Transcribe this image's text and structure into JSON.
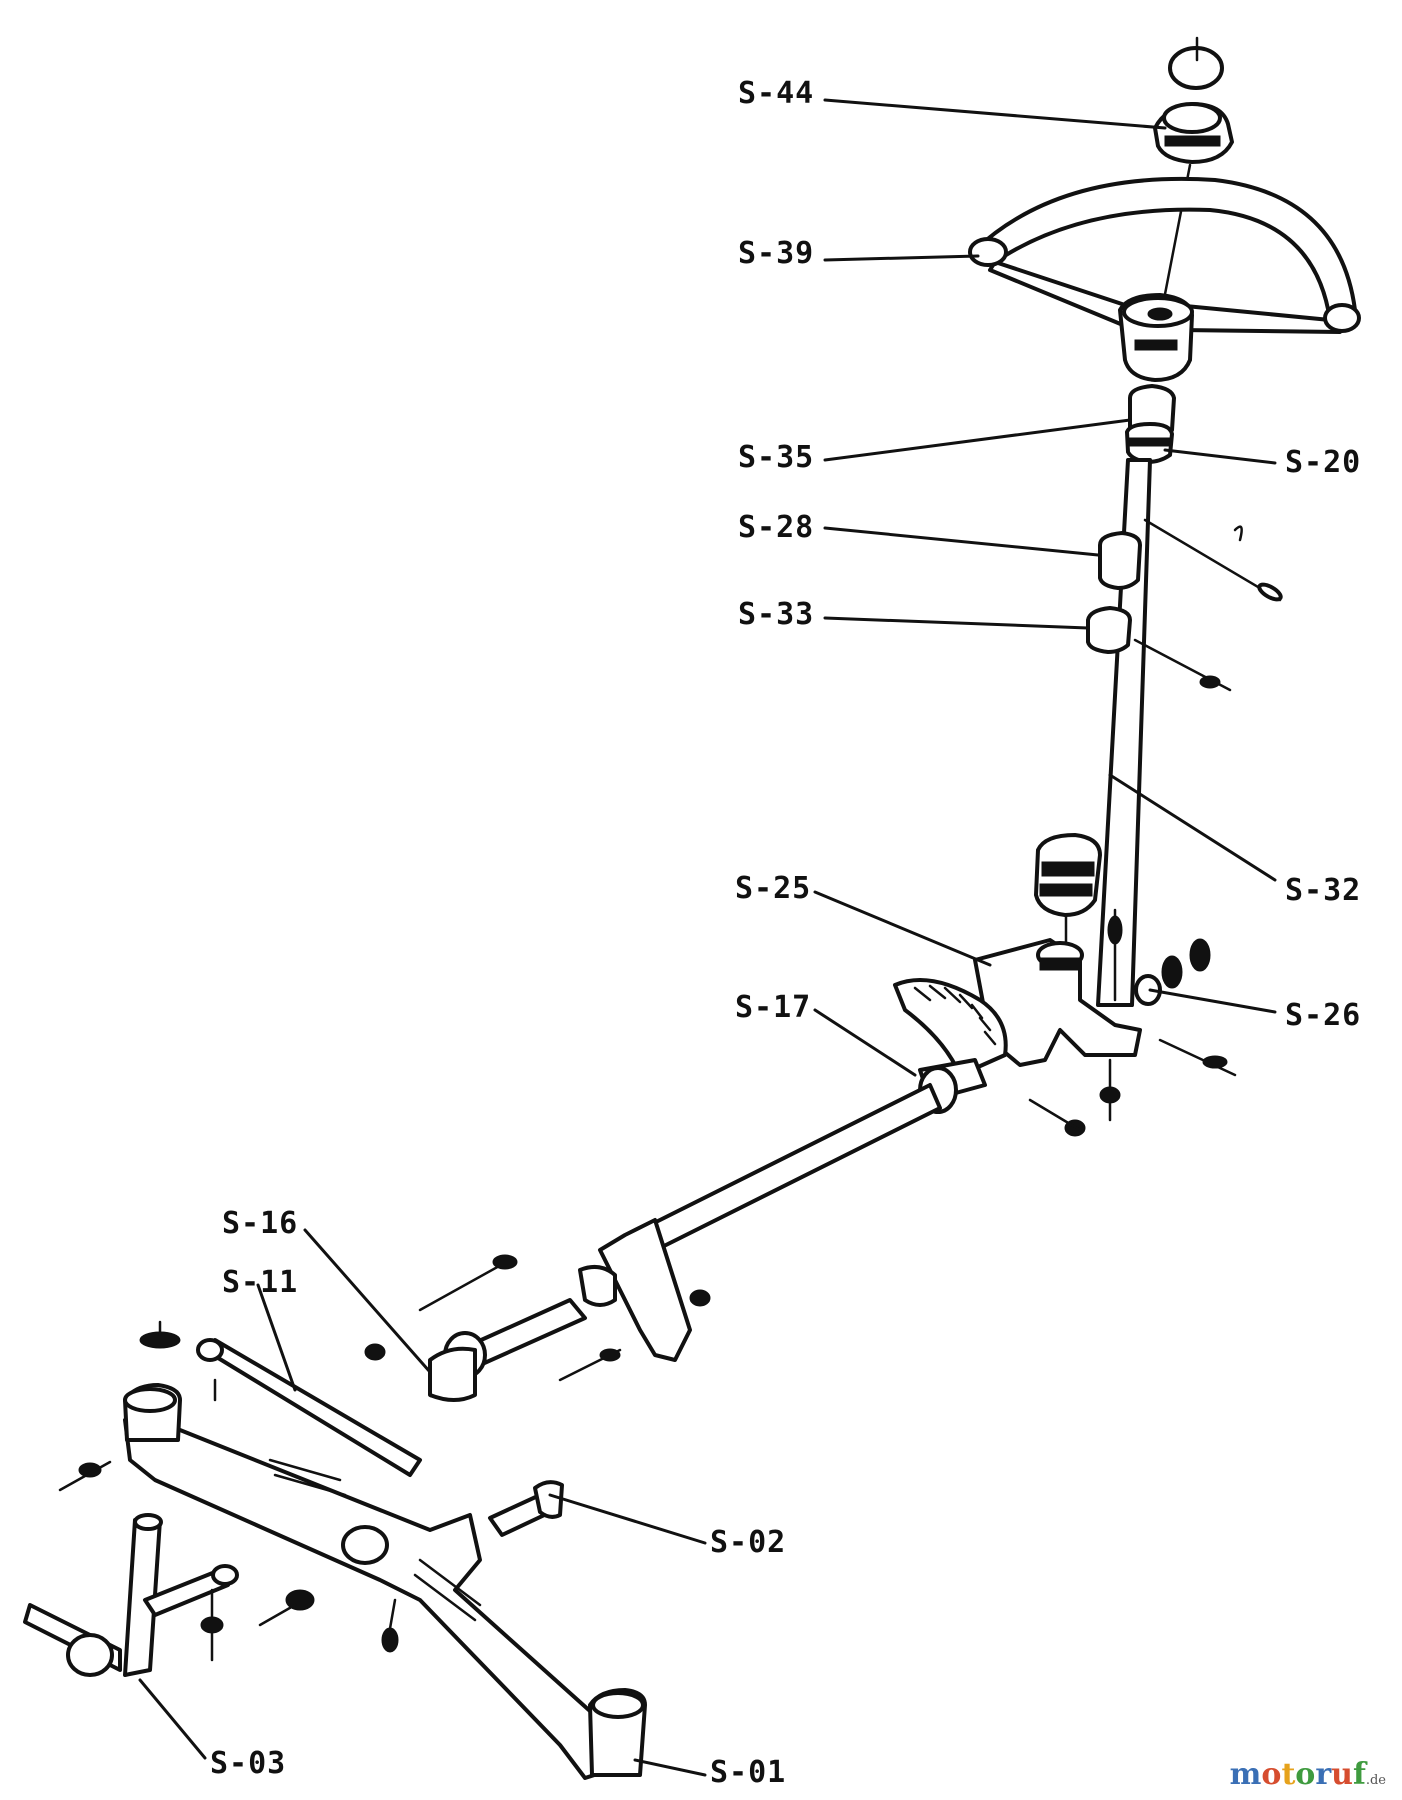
{
  "parts": [
    {
      "id": "s44",
      "label": "S-44"
    },
    {
      "id": "s39",
      "label": "S-39"
    },
    {
      "id": "s35",
      "label": "S-35"
    },
    {
      "id": "s20",
      "label": "S-20"
    },
    {
      "id": "s28",
      "label": "S-28"
    },
    {
      "id": "s33",
      "label": "S-33"
    },
    {
      "id": "s32",
      "label": "S-32"
    },
    {
      "id": "s25",
      "label": "S-25"
    },
    {
      "id": "s26",
      "label": "S-26"
    },
    {
      "id": "s17",
      "label": "S-17"
    },
    {
      "id": "s16",
      "label": "S-16"
    },
    {
      "id": "s11",
      "label": "S-11"
    },
    {
      "id": "s02",
      "label": "S-02"
    },
    {
      "id": "s03",
      "label": "S-03"
    },
    {
      "id": "s01",
      "label": "S-01"
    }
  ],
  "watermark": {
    "letters": [
      "m",
      "o",
      "t",
      "o",
      "r",
      "u",
      "f"
    ],
    "letter_colors": [
      "#3a6fb5",
      "#d64d2f",
      "#e6a21c",
      "#3f9b3f",
      "#3a6fb5",
      "#d64d2f",
      "#3f9b3f"
    ],
    "suffix": ".de"
  }
}
